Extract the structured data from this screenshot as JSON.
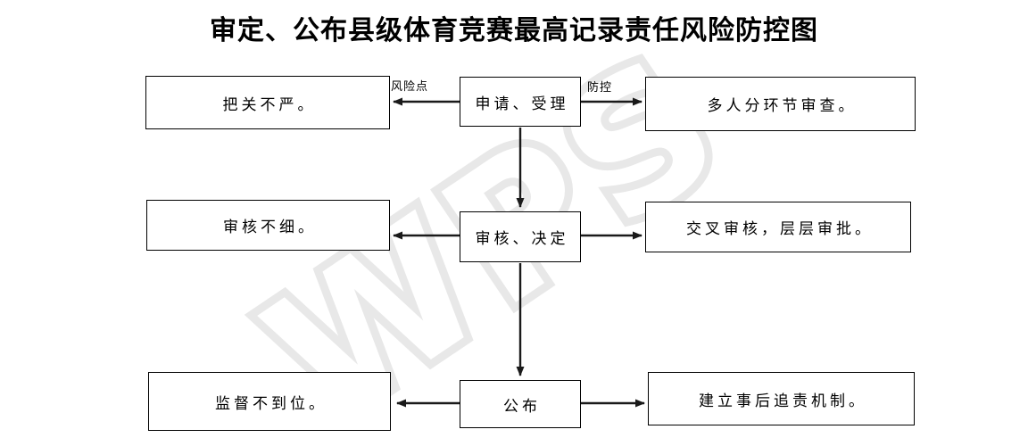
{
  "title": "审定、公布县级体育竞赛最高记录责任风险防控图",
  "watermark": "WPS",
  "arrow_labels": {
    "risk_point": "风险点",
    "control": "防控"
  },
  "flow": {
    "steps": [
      "申请、受理",
      "审核、决定",
      "公布"
    ],
    "risks": [
      "把关不严。",
      "审核不细。",
      "监督不到位。"
    ],
    "controls": [
      "多人分环节审查。",
      "交叉审核，层层审批。",
      "建立事后追责机制。"
    ]
  },
  "colors": {
    "background": "#ffffff",
    "box_border": "#000000",
    "text": "#000000",
    "arrow": "#1a1a1a",
    "watermark": "#e8e8e8"
  }
}
